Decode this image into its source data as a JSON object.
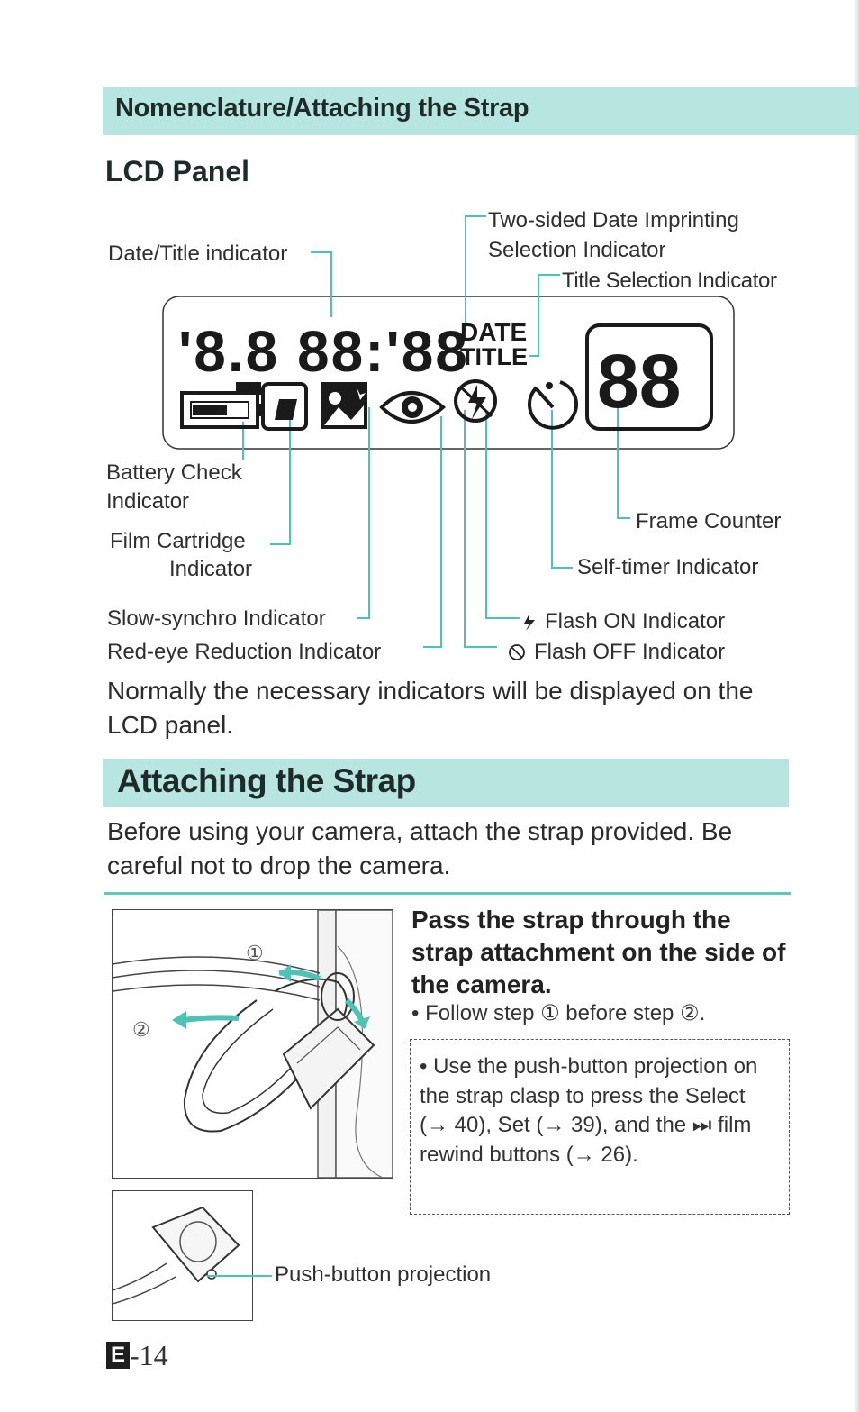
{
  "section_header": "Nomenclature/Attaching the Strap",
  "lcd_heading": "LCD Panel",
  "lcd_display": {
    "date_digits": "'8.8 88:'88",
    "date_word": "DATE",
    "title_word": "TITLE",
    "frame_digits": "88"
  },
  "labels": {
    "date_title": "Date/Title indicator",
    "two_sided_1": "Two-sided Date Imprinting",
    "two_sided_2": "Selection Indicator",
    "title_selection": "Title Selection Indicator",
    "battery_1": "Battery Check",
    "battery_2": "Indicator",
    "film_1": "Film Cartridge",
    "film_2": "Indicator",
    "frame_counter": "Frame Counter",
    "self_timer": "Self-timer Indicator",
    "slow_synchro": "Slow-synchro Indicator",
    "red_eye": "Red-eye Reduction Indicator",
    "flash_on": "Flash ON Indicator",
    "flash_off": "Flash OFF Indicator"
  },
  "lcd_note": "Normally the necessary indicators will be displayed on the LCD panel.",
  "strap_heading": "Attaching the Strap",
  "strap_intro": "Before using your camera, attach the strap provided. Be careful not to drop the camera.",
  "step_title": "Pass the strap through the strap attachment on the side of the camera.",
  "step_note": "• Follow step ① before step ②.",
  "tip": "• Use the push-button projection on the strap clasp to press the Select (→ 40), Set (→ 39), and the ⏭ film rewind buttons (→ 26).",
  "figure_steps": [
    "①",
    "②"
  ],
  "push_button_label": "Push-button projection",
  "page": {
    "badge": "E",
    "number": "-14"
  },
  "colors": {
    "accent_band": "#b7e5df",
    "accent_line": "#5ec8bb",
    "leader": "#4cc3b4"
  }
}
